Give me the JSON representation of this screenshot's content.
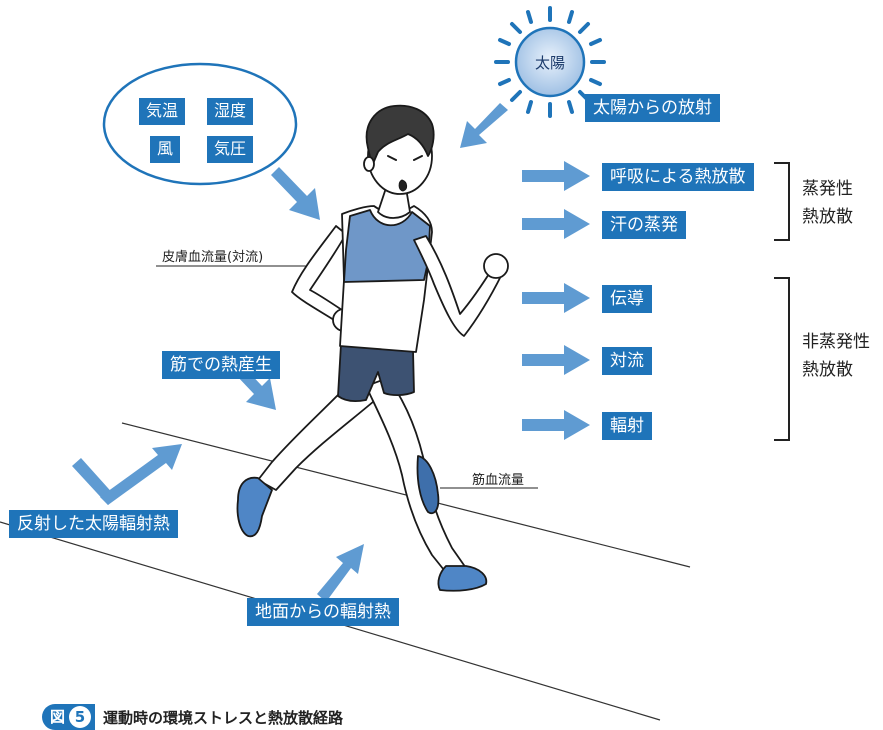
{
  "sun": {
    "label": "太陽"
  },
  "environment": {
    "items": [
      "気温",
      "湿度",
      "風",
      "気圧"
    ]
  },
  "labels": {
    "sun_radiation": "太陽からの放射",
    "skin_blood_flow": "皮膚血流量(対流)",
    "muscle_heat": "筋での熱産生",
    "muscle_blood_flow": "筋血流量",
    "reflected_heat": "反射した太陽輻射熱",
    "ground_heat": "地面からの輻射熱"
  },
  "heat_loss": {
    "evaporative": {
      "items": [
        "呼吸による熱放散",
        "汗の蒸発"
      ],
      "group_label_lines": [
        "蒸発性",
        "熱放散"
      ]
    },
    "non_evaporative": {
      "items": [
        "伝導",
        "対流",
        "輻射"
      ],
      "group_label_lines": [
        "非蒸発性",
        "熱放散"
      ]
    }
  },
  "caption": {
    "fig": "図",
    "number": "5",
    "text": "運動時の環境ストレスと熱放散経路"
  },
  "colors": {
    "accent": "#1f74b9",
    "arrow": "#5f9bd2",
    "shirt": "#6f97c8",
    "shorts": "#3d5272",
    "sun_fill": "#c8dbf0"
  }
}
